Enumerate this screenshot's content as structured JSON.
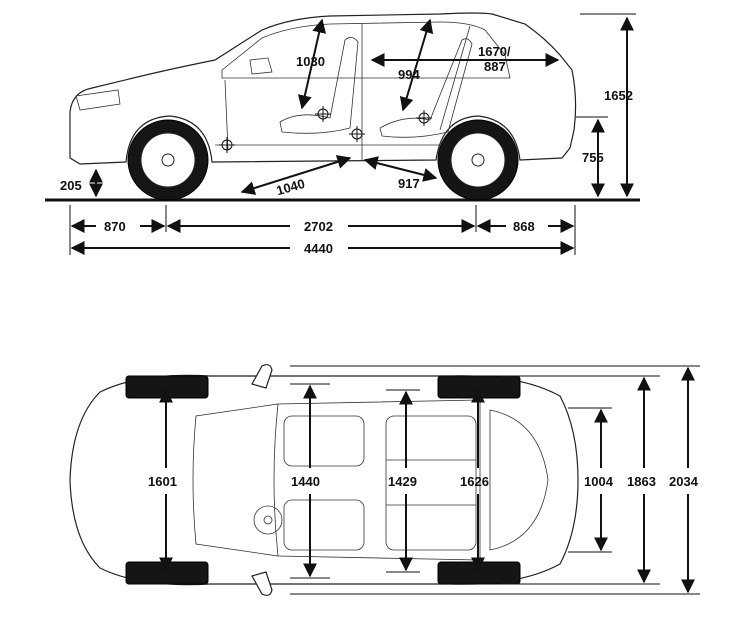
{
  "side_view": {
    "labels": {
      "headroom_front": "1030",
      "headroom_rear": "994",
      "cargo_height": "1670/",
      "cargo_length": "887",
      "overall_height": "1652",
      "loading_height": "755",
      "ground_clearance": "205",
      "legroom_front": "1040",
      "legroom_rear": "917",
      "front_overhang": "870",
      "wheelbase": "2702",
      "rear_overhang": "868",
      "overall_length": "4440"
    }
  },
  "top_view": {
    "labels": {
      "front_track": "1601",
      "shoulder_front": "1440",
      "shoulder_rear": "1429",
      "rear_track": "1626",
      "cargo_width": "1004",
      "body_width": "1863",
      "width_with_mirrors": "2034"
    }
  }
}
